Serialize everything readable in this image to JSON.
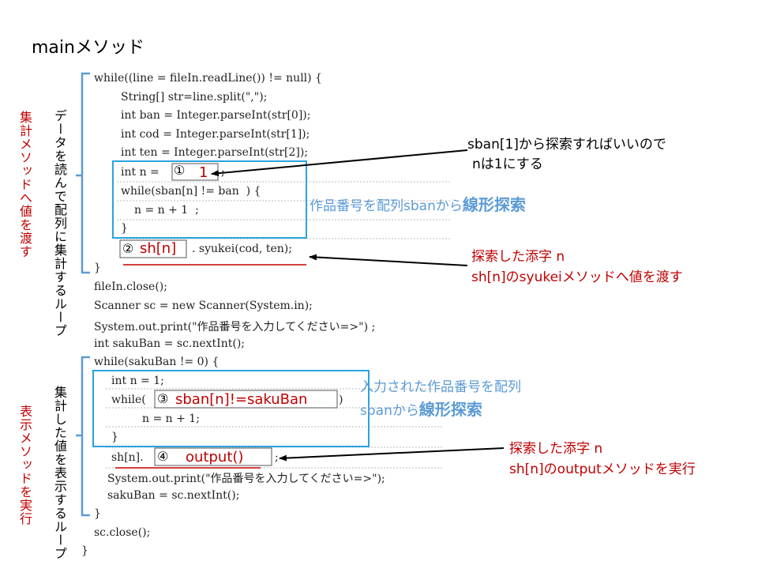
{
  "title": "mainメソッド",
  "code_block1": [
    "while((line = fileIn.readLine()) != null) {",
    "String[] str=line.split(\",\");",
    "int ban = Integer.parseInt(str[0]);",
    "int cod = Integer.parseInt(str[1]);",
    "int ten = Integer.parseInt(str[2]);"
  ],
  "line_int_n": "int n =",
  "blank1_num": "①",
  "blank1_answer": "1",
  "blank1_after": ";",
  "line_while_sban": "while(sban[n] != ban  ) {",
  "line_n_inc1": "n = n + 1  ;",
  "line_close1": "}",
  "blank2_num": "②",
  "blank2_answer": "sh[n]",
  "line_syukei": ". syukei(cod, ten);",
  "line_end_loop1": "}",
  "code_block2": [
    "fileIn.close();",
    "Scanner sc = new Scanner(System.in);",
    "System.out.print(\"作品番号を入力してください=>\") ;",
    "int sakuBan = sc.nextInt();",
    "while(sakuBan != 0) {"
  ],
  "line_int_n1": "int n = 1;",
  "line_while_open": "while(",
  "blank3_num": "③",
  "blank3_answer": "sban[n]!=sakuBan",
  "line_while_close": ")",
  "line_n_inc2": "n = n + 1;",
  "line_close2": "}",
  "line_sh_prefix": "sh[n].",
  "blank4_num": "④",
  "blank4_answer": "output()",
  "blank4_after": ";",
  "code_block3": [
    "System.out.print(\"作品番号を入力してください=>\");",
    "sakuBan = sc.nextInt();",
    "}",
    "sc.close();",
    "}"
  ],
  "side1_black": "データを読んで配列に集計するループ",
  "side1_red": "集計メソッドへ値を渡す",
  "side2_black": "集計した値を表示するループ",
  "side2_red": "表示メソッドを実行",
  "note_sban": [
    "sban[1]から探索すればいいので",
    "nは1にする"
  ],
  "note_search1_prefix": "作品番号を配列sbanから",
  "note_search1_bold": "線形探索",
  "note_syukei": [
    "探索した添字 n",
    "sh[n]のsyukeiメソッドへ値を渡す"
  ],
  "note_search2_line1": "入力された作品番号を配列",
  "note_search2_prefix": "sbanから",
  "note_search2_bold": "線形探索",
  "note_output": [
    "探索した添字 n",
    "sh[n]のoutputメソッドを実行"
  ],
  "colors": {
    "red": "#c00000",
    "blue": "#5b9bd5",
    "box_blue": "#29a3e0"
  }
}
